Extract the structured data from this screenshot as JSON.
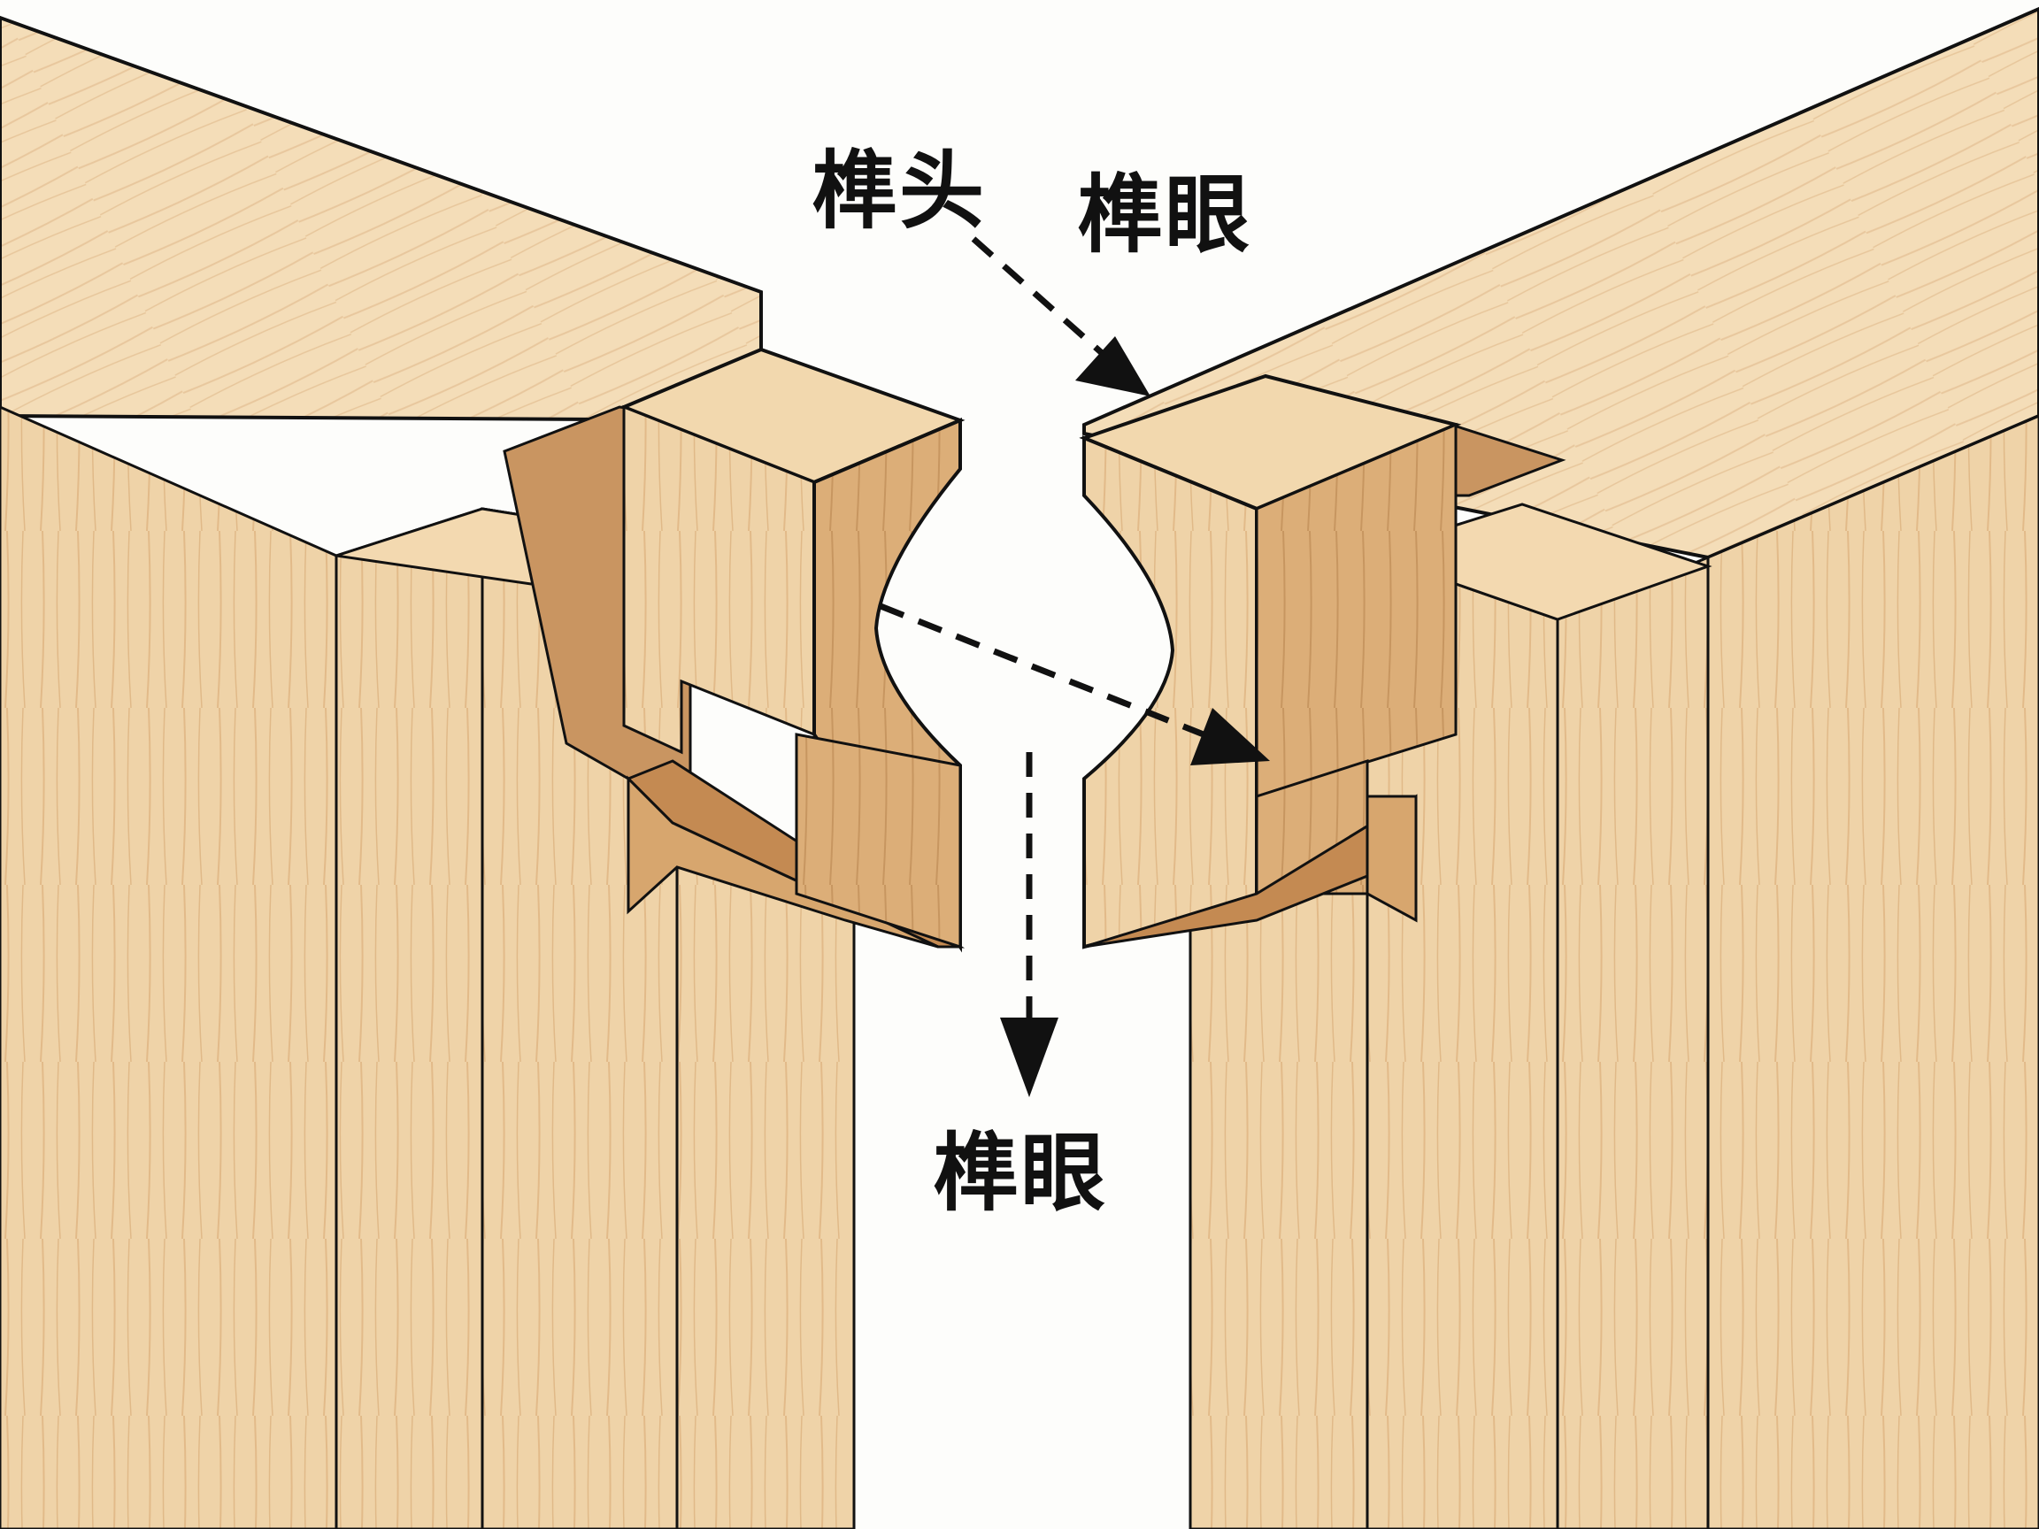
{
  "diagram": {
    "type": "wood-joint-illustration",
    "labels": {
      "tenon_top": "榫头",
      "mortise_top": "榫眼",
      "mortise_bottom": "榫眼"
    },
    "colors": {
      "background": "#fdfdfb",
      "wood_light": "#f3dcb6",
      "wood_mid": "#e8c595",
      "wood_dark": "#d3a06a",
      "wood_shadow": "#c48a52",
      "outline": "#111111",
      "arrow": "#111111"
    },
    "arrows": [
      {
        "from": "tenon_top",
        "to": "right-mortise-top",
        "style": "dashed"
      },
      {
        "from": "left-tenon-waist",
        "to": "right-mortise-cavity",
        "style": "dashed"
      },
      {
        "from": "joint-gap",
        "to": "mortise_bottom",
        "style": "dashed"
      }
    ]
  }
}
